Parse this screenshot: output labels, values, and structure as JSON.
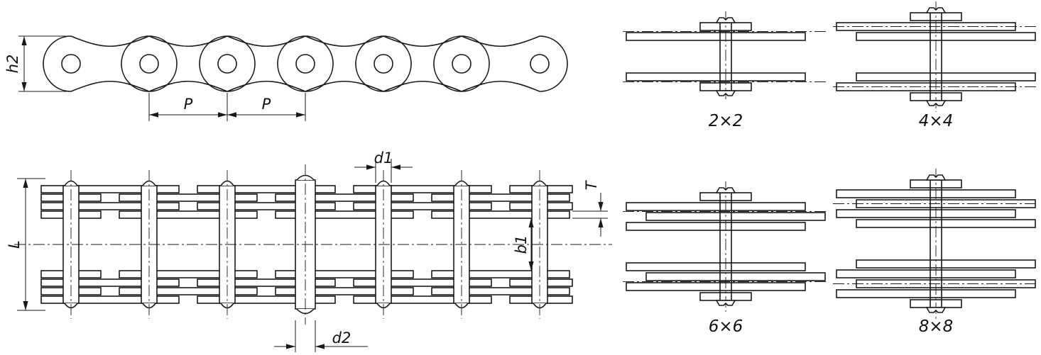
{
  "drawing": {
    "background_color": "#ffffff",
    "line_color": "#1a1a1a"
  },
  "side_view": {
    "dim_height": "h2",
    "dim_pitch_1": "P",
    "dim_pitch_2": "P"
  },
  "plan_view": {
    "dim_length": "L",
    "dim_pin_diameter": "d1",
    "dim_plate_thickness": "T",
    "dim_inner_width": "b1",
    "dim_connecting_pin_diameter": "d2"
  },
  "lacing_configurations": [
    {
      "label": "2×2"
    },
    {
      "label": "4×4"
    },
    {
      "label": "6×6"
    },
    {
      "label": "8×8"
    }
  ]
}
